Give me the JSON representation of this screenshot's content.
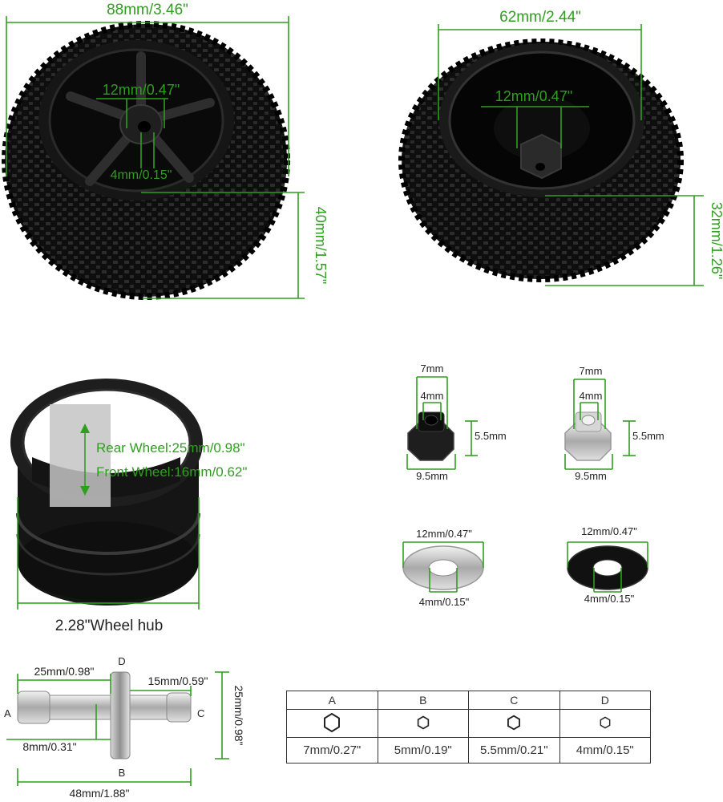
{
  "large_tire": {
    "width": "88mm/3.46\"",
    "hub_bore": "12mm/0.47\"",
    "hub_hole": "4mm/0.15\"",
    "height": "40mm/1.57\""
  },
  "small_tire": {
    "width": "62mm/2.44\"",
    "hub_bore": "12mm/0.47\"",
    "height": "32mm/1.26\""
  },
  "wheel_hub": {
    "rear_wheel": "Rear Wheel:25mm/0.98\"",
    "front_wheel": "Front Wheel:16mm/0.62\"",
    "caption": "2.28\"Wheel hub"
  },
  "nut_black": {
    "top": "7mm",
    "inner": "4mm",
    "height": "5.5mm",
    "bottom": "9.5mm"
  },
  "nut_silver": {
    "top": "7mm",
    "inner": "4mm",
    "height": "5.5mm",
    "bottom": "9.5mm"
  },
  "washer_silver": {
    "outer": "12mm/0.47\"",
    "inner": "4mm/0.15\""
  },
  "washer_black": {
    "outer": "12mm/0.47\"",
    "inner": "4mm/0.15\""
  },
  "wrench": {
    "end_a": "A",
    "end_b": "B",
    "end_c": "C",
    "end_d": "D",
    "length_a": "25mm/0.98\"",
    "length_c": "15mm/0.59\"",
    "shaft": "8mm/0.31\"",
    "height": "25mm/0.98\"",
    "total": "48mm/1.88\""
  },
  "size_table": {
    "headers": [
      "A",
      "B",
      "C",
      "D"
    ],
    "values": [
      "7mm/0.27\"",
      "5mm/0.19\"",
      "5.5mm/0.21\"",
      "4mm/0.15\""
    ]
  },
  "colors": {
    "dimension_green": "#2f9e1f",
    "tire_black": "#141414",
    "metal_silver": "#c9c9c9"
  }
}
